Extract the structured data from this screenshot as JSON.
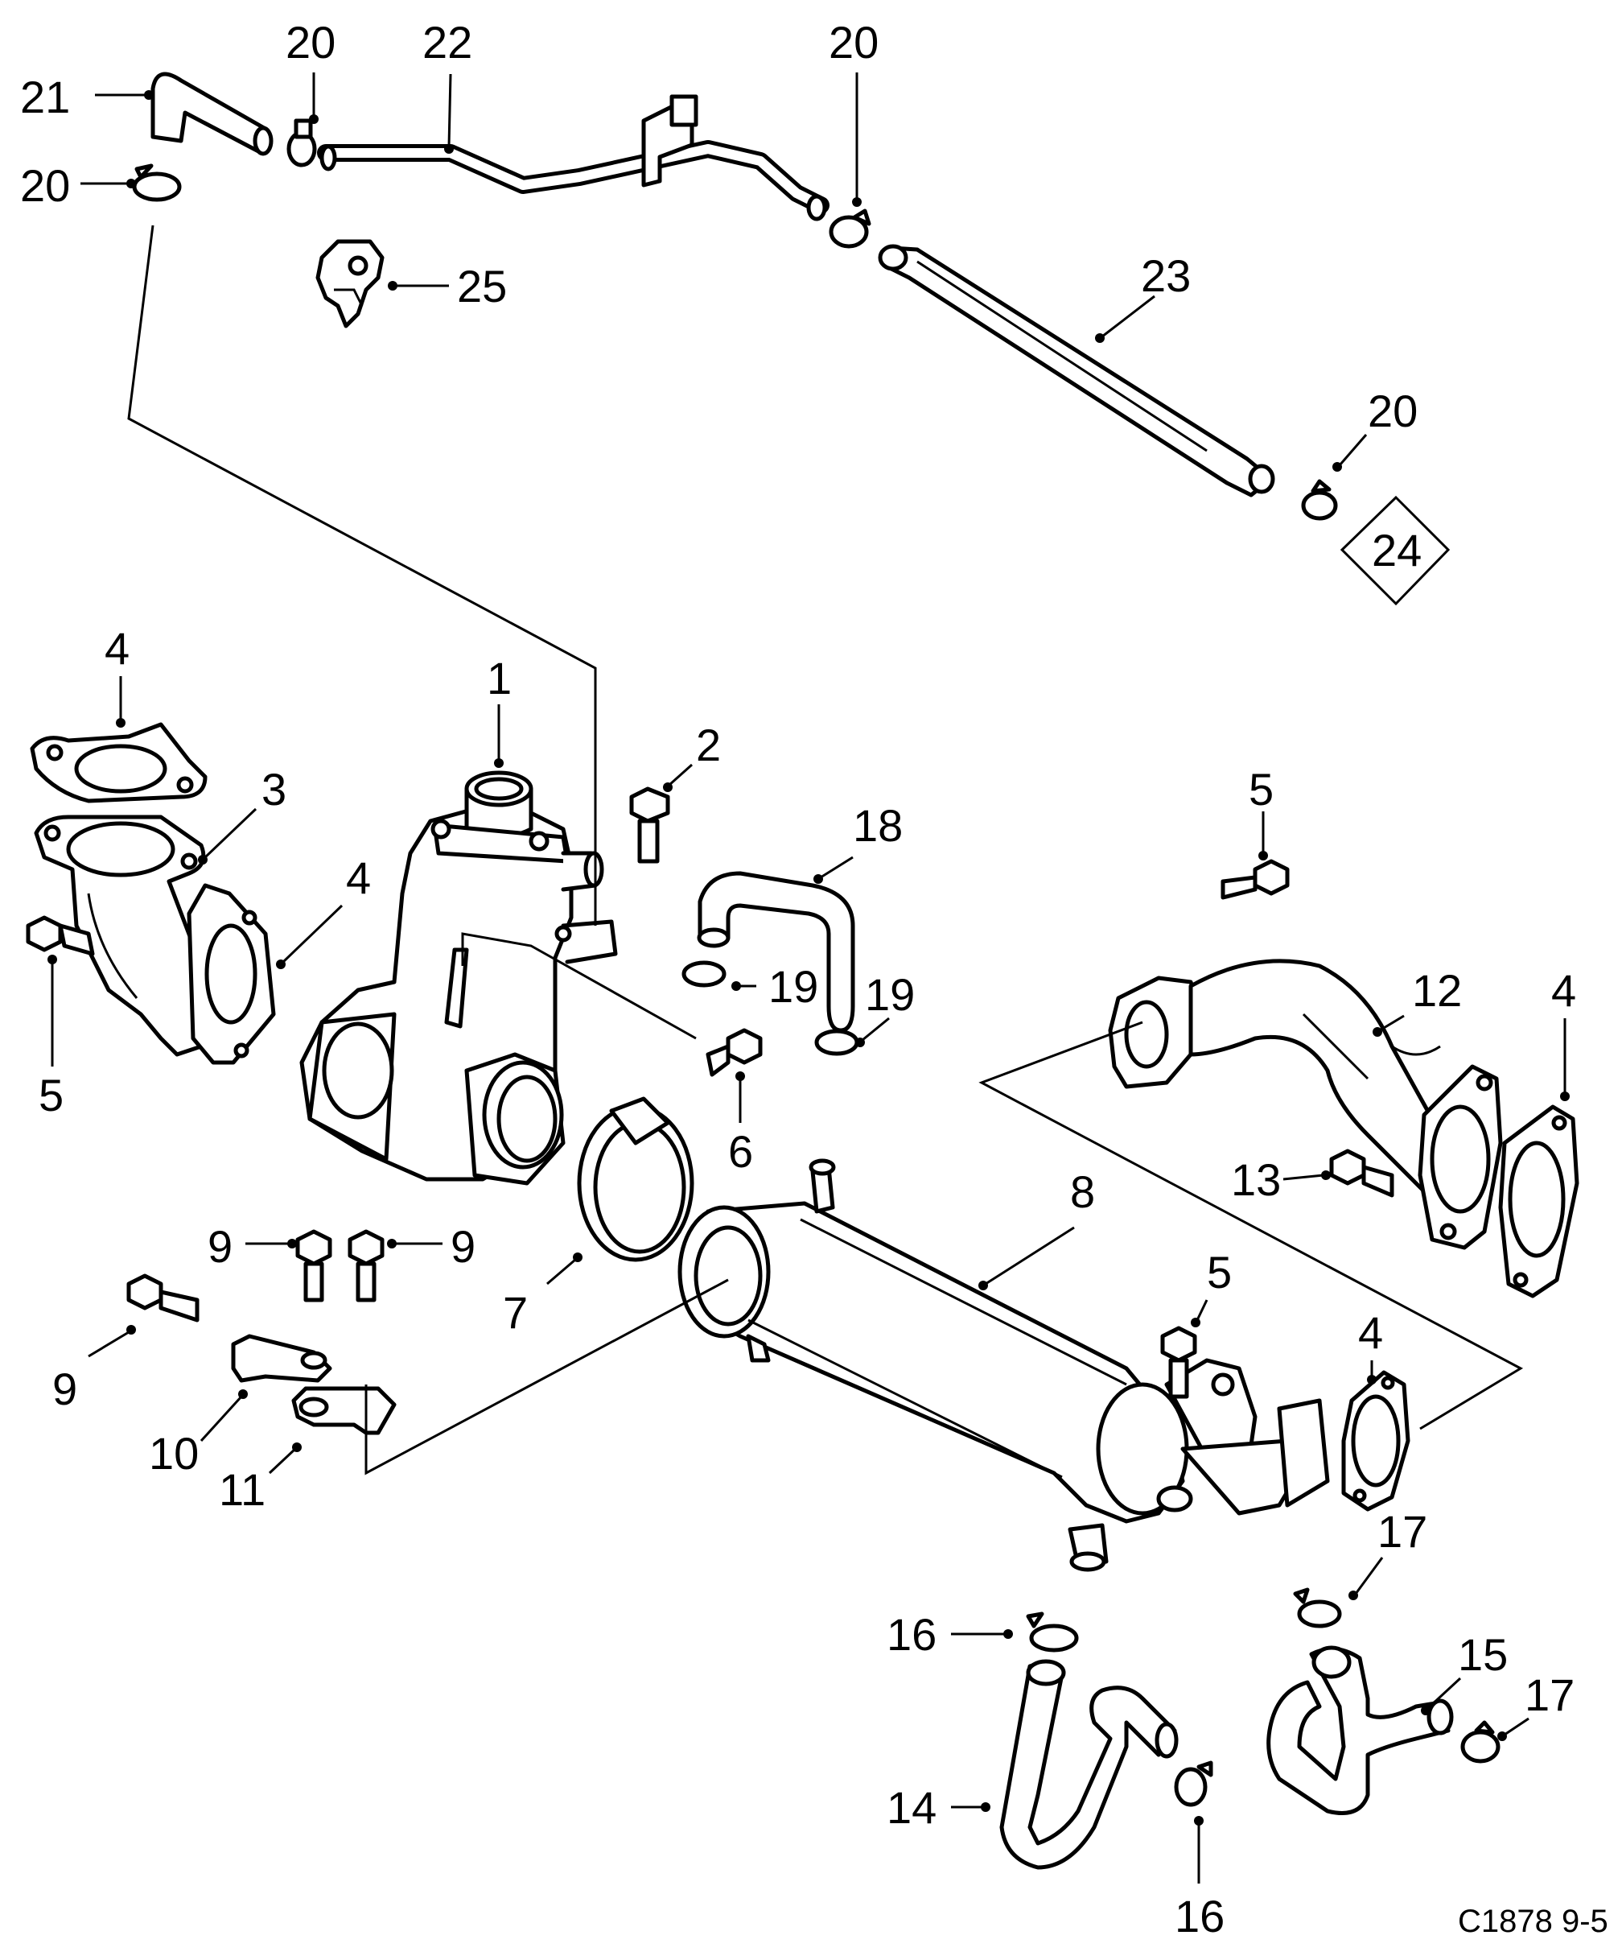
{
  "diagram_ref": "C1878 9-5",
  "colors": {
    "ink": "#000000",
    "paper": "#ffffff"
  },
  "callouts": [
    {
      "id": "c21",
      "label": "21"
    },
    {
      "id": "c20a",
      "label": "20"
    },
    {
      "id": "c20b",
      "label": "20"
    },
    {
      "id": "c22",
      "label": "22"
    },
    {
      "id": "c20c",
      "label": "20"
    },
    {
      "id": "c25",
      "label": "25"
    },
    {
      "id": "c23",
      "label": "23"
    },
    {
      "id": "c20d",
      "label": "20"
    },
    {
      "id": "c24",
      "label": "24"
    },
    {
      "id": "c4a",
      "label": "4"
    },
    {
      "id": "c1",
      "label": "1"
    },
    {
      "id": "c2",
      "label": "2"
    },
    {
      "id": "c3",
      "label": "3"
    },
    {
      "id": "c4b",
      "label": "4"
    },
    {
      "id": "c18",
      "label": "18"
    },
    {
      "id": "c5a",
      "label": "5"
    },
    {
      "id": "c5b",
      "label": "5"
    },
    {
      "id": "c19a",
      "label": "19"
    },
    {
      "id": "c19b",
      "label": "19"
    },
    {
      "id": "c12",
      "label": "12"
    },
    {
      "id": "c4c",
      "label": "4"
    },
    {
      "id": "c6",
      "label": "6"
    },
    {
      "id": "c13",
      "label": "13"
    },
    {
      "id": "c8",
      "label": "8"
    },
    {
      "id": "c9a",
      "label": "9"
    },
    {
      "id": "c9b",
      "label": "9"
    },
    {
      "id": "c7",
      "label": "7"
    },
    {
      "id": "c5c",
      "label": "5"
    },
    {
      "id": "c9c",
      "label": "9"
    },
    {
      "id": "c4d",
      "label": "4"
    },
    {
      "id": "c10",
      "label": "10"
    },
    {
      "id": "c11",
      "label": "11"
    },
    {
      "id": "c17a",
      "label": "17"
    },
    {
      "id": "c16a",
      "label": "16"
    },
    {
      "id": "c15",
      "label": "15"
    },
    {
      "id": "c17b",
      "label": "17"
    },
    {
      "id": "c14",
      "label": "14"
    },
    {
      "id": "c16b",
      "label": "16"
    }
  ]
}
